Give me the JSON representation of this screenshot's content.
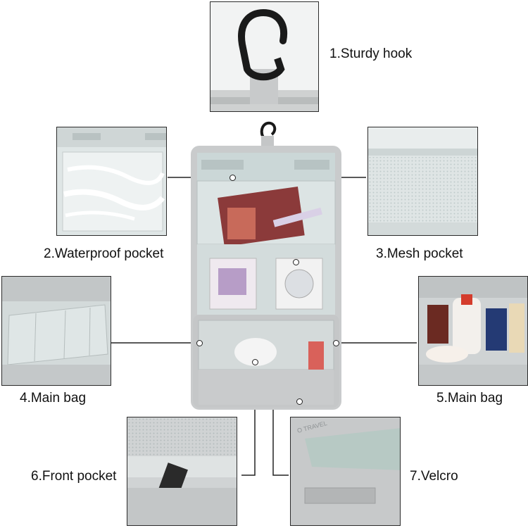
{
  "callouts": [
    {
      "label": "1.Sturdy hook"
    },
    {
      "label": "2.Waterproof pocket"
    },
    {
      "label": "3.Mesh pocket"
    },
    {
      "label": "4.Main bag"
    },
    {
      "label": "5.Main bag"
    },
    {
      "label": "6.Front pocket"
    },
    {
      "label": "7.Velcro"
    }
  ],
  "colors": {
    "bag_fabric": "#c9cbcc",
    "bag_lining": "#c7d4d4",
    "hook": "#1a1a1a",
    "line": "#222222"
  },
  "bag_tag_text": "O TRAVEL"
}
